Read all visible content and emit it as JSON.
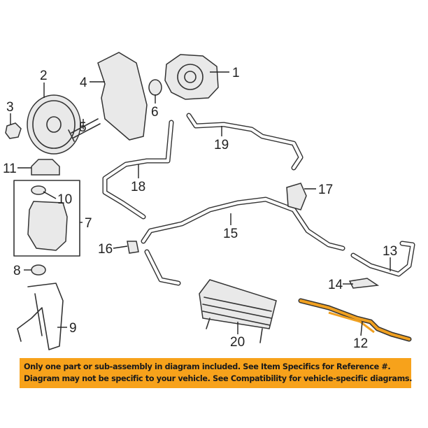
{
  "diagram": {
    "callouts": [
      {
        "id": "1",
        "label": "1"
      },
      {
        "id": "2",
        "label": "2"
      },
      {
        "id": "3",
        "label": "3"
      },
      {
        "id": "4",
        "label": "4"
      },
      {
        "id": "5",
        "label": "5"
      },
      {
        "id": "6",
        "label": "6"
      },
      {
        "id": "7",
        "label": "7"
      },
      {
        "id": "8",
        "label": "8"
      },
      {
        "id": "9",
        "label": "9"
      },
      {
        "id": "10",
        "label": "10"
      },
      {
        "id": "11",
        "label": "11"
      },
      {
        "id": "12",
        "label": "12"
      },
      {
        "id": "13",
        "label": "13"
      },
      {
        "id": "14",
        "label": "14"
      },
      {
        "id": "15",
        "label": "15"
      },
      {
        "id": "16",
        "label": "16"
      },
      {
        "id": "17",
        "label": "17"
      },
      {
        "id": "18",
        "label": "18"
      },
      {
        "id": "19",
        "label": "19"
      },
      {
        "id": "20",
        "label": "20"
      }
    ],
    "highlighted_part": "12",
    "highlight_color": "#f0a020"
  },
  "banner": {
    "line1": "Only one part or sub-assembly in diagram included. See Item Specifics for Reference #.",
    "line2": "Diagram may not be specific to your vehicle. See Compatibility for vehicle-specific diagrams.",
    "color": "#f7a21b"
  }
}
